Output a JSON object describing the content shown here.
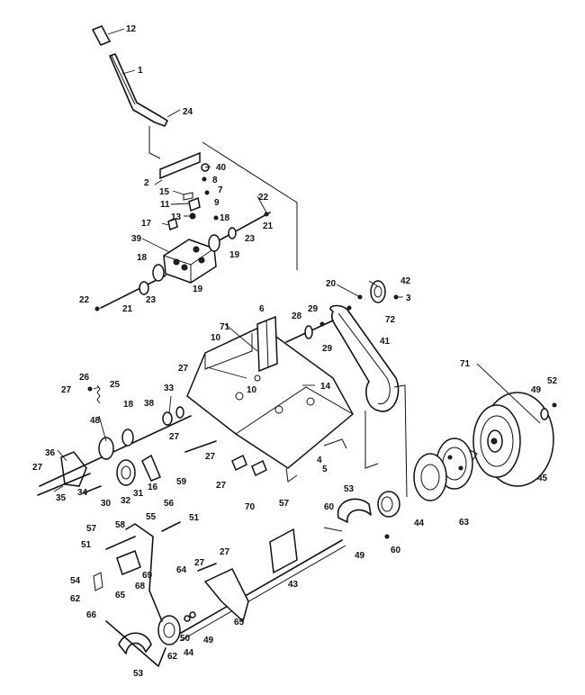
{
  "callouts": [
    {
      "label": "12"
    },
    {
      "label": "1"
    },
    {
      "label": "24"
    },
    {
      "label": "40"
    },
    {
      "label": "8"
    },
    {
      "label": "2"
    },
    {
      "label": "15"
    },
    {
      "label": "7"
    },
    {
      "label": "11"
    },
    {
      "label": "9"
    },
    {
      "label": "22"
    },
    {
      "label": "13"
    },
    {
      "label": "18"
    },
    {
      "label": "21"
    },
    {
      "label": "17"
    },
    {
      "label": "23"
    },
    {
      "label": "39"
    },
    {
      "label": "19"
    },
    {
      "label": "18"
    },
    {
      "label": "20"
    },
    {
      "label": "42"
    },
    {
      "label": "3"
    },
    {
      "label": "19"
    },
    {
      "label": "23"
    },
    {
      "label": "22"
    },
    {
      "label": "21"
    },
    {
      "label": "6"
    },
    {
      "label": "28"
    },
    {
      "label": "29"
    },
    {
      "label": "72"
    },
    {
      "label": "71"
    },
    {
      "label": "10"
    },
    {
      "label": "29"
    },
    {
      "label": "41"
    },
    {
      "label": "27"
    },
    {
      "label": "10"
    },
    {
      "label": "14"
    },
    {
      "label": "71"
    },
    {
      "label": "52"
    },
    {
      "label": "26"
    },
    {
      "label": "25"
    },
    {
      "label": "27"
    },
    {
      "label": "33"
    },
    {
      "label": "49"
    },
    {
      "label": "18"
    },
    {
      "label": "38"
    },
    {
      "label": "48"
    },
    {
      "label": "27"
    },
    {
      "label": "36"
    },
    {
      "label": "27"
    },
    {
      "label": "4"
    },
    {
      "label": "5"
    },
    {
      "label": "27"
    },
    {
      "label": "16"
    },
    {
      "label": "59"
    },
    {
      "label": "31"
    },
    {
      "label": "32"
    },
    {
      "label": "34"
    },
    {
      "label": "30"
    },
    {
      "label": "35"
    },
    {
      "label": "27"
    },
    {
      "label": "45"
    },
    {
      "label": "53"
    },
    {
      "label": "70"
    },
    {
      "label": "57"
    },
    {
      "label": "60"
    },
    {
      "label": "44"
    },
    {
      "label": "63"
    },
    {
      "label": "56"
    },
    {
      "label": "55"
    },
    {
      "label": "51"
    },
    {
      "label": "58"
    },
    {
      "label": "57"
    },
    {
      "label": "51"
    },
    {
      "label": "49"
    },
    {
      "label": "60"
    },
    {
      "label": "27"
    },
    {
      "label": "69"
    },
    {
      "label": "54"
    },
    {
      "label": "68"
    },
    {
      "label": "64"
    },
    {
      "label": "27"
    },
    {
      "label": "43"
    },
    {
      "label": "65"
    },
    {
      "label": "62"
    },
    {
      "label": "66"
    },
    {
      "label": "65"
    },
    {
      "label": "50"
    },
    {
      "label": "49"
    },
    {
      "label": "44"
    },
    {
      "label": "62"
    },
    {
      "label": "53"
    }
  ]
}
